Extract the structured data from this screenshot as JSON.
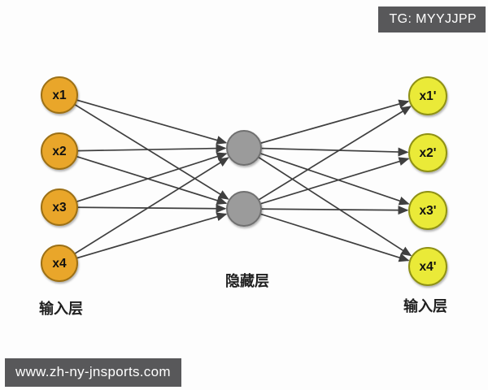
{
  "banners": {
    "top_right": "TG: MYYJJPP",
    "bottom_left": "www.zh-ny-jnsports.com"
  },
  "diagram": {
    "type": "neural-network-autoencoder",
    "input_nodes": [
      "x1",
      "x2",
      "x3",
      "x4"
    ],
    "hidden_nodes": [
      "",
      ""
    ],
    "output_nodes": [
      "x1'",
      "x2'",
      "x3'",
      "x4'"
    ],
    "labels": {
      "input_layer": "输入层",
      "hidden_layer": "隐藏层",
      "output_layer": "输入层"
    },
    "connections": {
      "input_to_hidden": "fully-connected, arrows into hidden nodes",
      "hidden_to_output": "fully-connected, arrows into output nodes"
    },
    "colors": {
      "input_fill": "#E9A62A",
      "input_stroke": "#9C7013",
      "hidden_fill": "#9B9B9B",
      "hidden_stroke": "#6F6F6F",
      "output_fill": "#EAEA38",
      "output_stroke": "#8F9112",
      "edge": "#3F3F3F",
      "node_text": "#111111",
      "banner_bg": "#58585A",
      "banner_text": "#FFFFFF"
    }
  }
}
